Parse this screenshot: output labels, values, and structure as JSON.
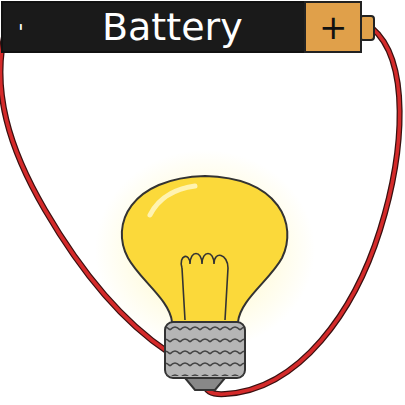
{
  "diagram": {
    "nodes": [
      {
        "text": [
          "-",
          "Battery",
          "+"
        ]
      }
    ]
  }
}
